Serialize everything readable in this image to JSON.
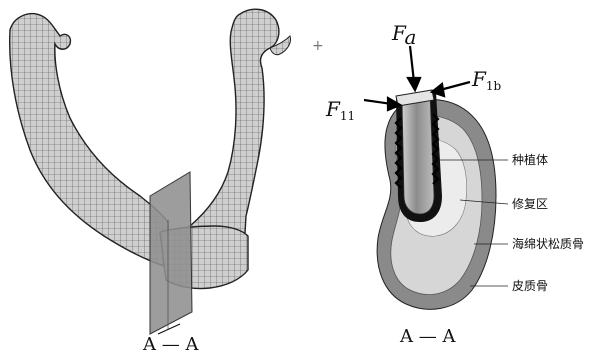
{
  "figure": {
    "plus_mark": "+",
    "forces": {
      "fa_main": "F",
      "fa_sub": "a",
      "f1b_main": "F",
      "f1b_sub": "1b",
      "f11_main": "F",
      "f11_sub": "11"
    },
    "section_marker": "A — A",
    "section_caption": "A — A",
    "labels": {
      "implant": "种植体",
      "repair_zone": "修复区",
      "cancellous_bone": "海绵状松质骨",
      "cortical_bone": "皮质骨"
    },
    "colors": {
      "cortical": "#8a8a8a",
      "cancellous": "#d6d6d6",
      "repair": "#ececec",
      "implant": "#9a9a9a",
      "thread": "#111111",
      "mesh_fill": "#cfcfcf",
      "mesh_line": "#444444",
      "section_plane": "#8f8f8f"
    }
  }
}
